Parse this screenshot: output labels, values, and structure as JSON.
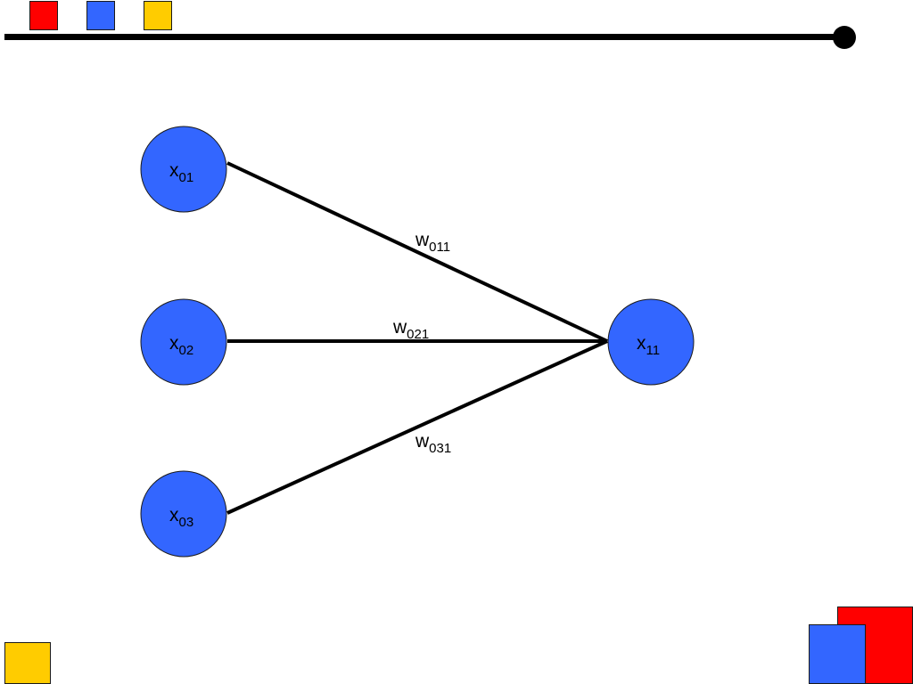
{
  "colors": {
    "red": "#ff0000",
    "blue": "#3366ff",
    "yellow": "#ffcc00",
    "line": "#000000"
  },
  "decorations": {
    "top_squares": [
      "red",
      "blue",
      "yellow"
    ],
    "bottom_left_square": "yellow",
    "bottom_right_squares": [
      "red",
      "blue"
    ]
  },
  "diagram": {
    "inputs": [
      {
        "base": "x",
        "sub": "01"
      },
      {
        "base": "x",
        "sub": "02"
      },
      {
        "base": "x",
        "sub": "03"
      }
    ],
    "output": {
      "base": "x",
      "sub": "11"
    },
    "weights": [
      {
        "base": "w",
        "sub": "011"
      },
      {
        "base": "w",
        "sub": "021"
      },
      {
        "base": "w",
        "sub": "031"
      }
    ]
  }
}
